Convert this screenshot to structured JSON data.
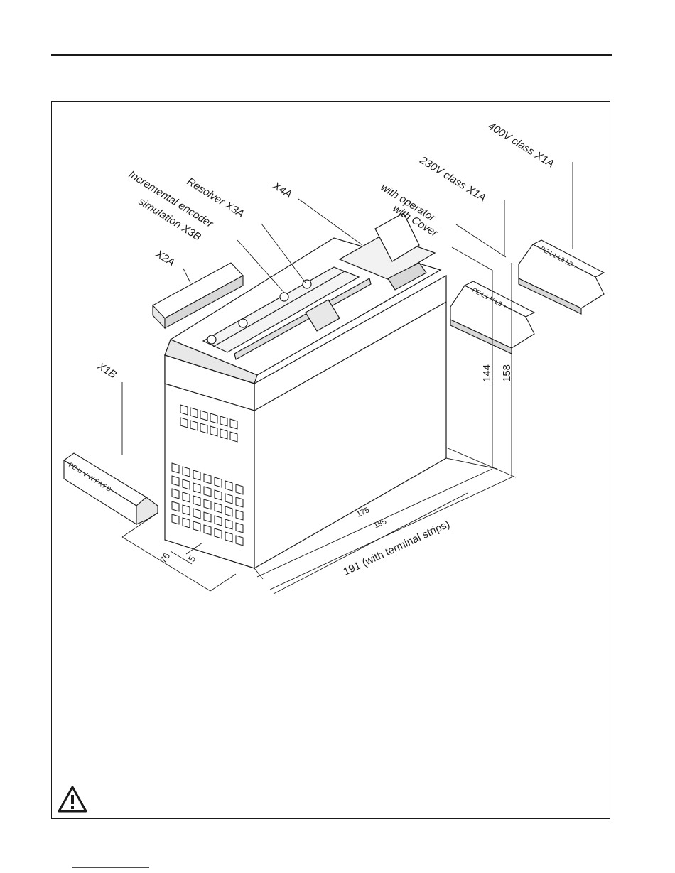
{
  "labels": {
    "x1a_400": "400V class X1A",
    "x1a_230": "230V class X1A",
    "with_operator": "with operator",
    "with_cover": "with Cover",
    "x4a": "X4A",
    "resolver": "Resolver X3A",
    "inc_encoder": "Incremental encoder",
    "simulation": "simulation X3B",
    "x2a": "X2A",
    "x1b": "X1B"
  },
  "dimensions": {
    "d144": "144",
    "d158": "158",
    "d175": "175",
    "d185": "185",
    "d191": "191 (with terminal strips)",
    "d76": "76",
    "d5": "5"
  },
  "terminals": {
    "x1a_400_pins": "PE L1 L2 L3 + -",
    "x1a_230_pins": "PE L1 N L3 + -",
    "x1b_pins": "PE U V W PA PB"
  },
  "colors": {
    "line": "#1a1a1a",
    "fill": "#ffffff",
    "shade": "#e8e8e8"
  }
}
